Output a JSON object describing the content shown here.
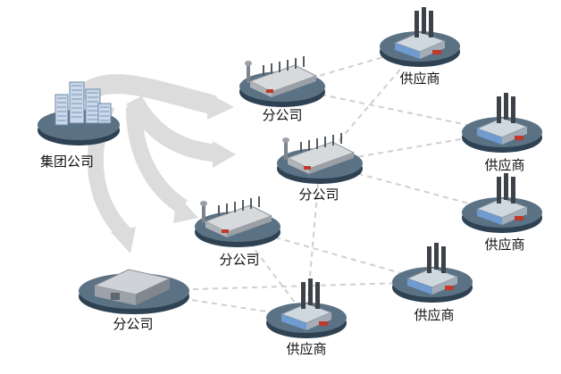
{
  "nodes": [
    {
      "id": "hq",
      "kind": "hq",
      "label": "集团公司"
    },
    {
      "id": "b1",
      "kind": "branch",
      "label": "分公司"
    },
    {
      "id": "b2",
      "kind": "branch",
      "label": "分公司"
    },
    {
      "id": "b3",
      "kind": "branch",
      "label": "分公司"
    },
    {
      "id": "b4",
      "kind": "warehouse",
      "label": "分公司"
    },
    {
      "id": "s1",
      "kind": "supplier",
      "label": "供应商"
    },
    {
      "id": "s2",
      "kind": "supplier",
      "label": "供应商"
    },
    {
      "id": "s3",
      "kind": "supplier",
      "label": "供应商"
    },
    {
      "id": "s4",
      "kind": "supplier",
      "label": "供应商"
    },
    {
      "id": "s5",
      "kind": "supplier",
      "label": "供应商"
    }
  ],
  "links": [
    [
      "b1",
      "s1"
    ],
    [
      "b1",
      "s2"
    ],
    [
      "b2",
      "s1"
    ],
    [
      "b2",
      "s2"
    ],
    [
      "b2",
      "s3"
    ],
    [
      "b2",
      "s5"
    ],
    [
      "b3",
      "s4"
    ],
    [
      "b3",
      "s5"
    ],
    [
      "b4",
      "s4"
    ],
    [
      "b4",
      "s5"
    ]
  ],
  "colors": {
    "link": "#cfcfcf",
    "arrow": "#dcdcdc",
    "base_top": "#5b7184",
    "base_side": "#2f4253"
  }
}
